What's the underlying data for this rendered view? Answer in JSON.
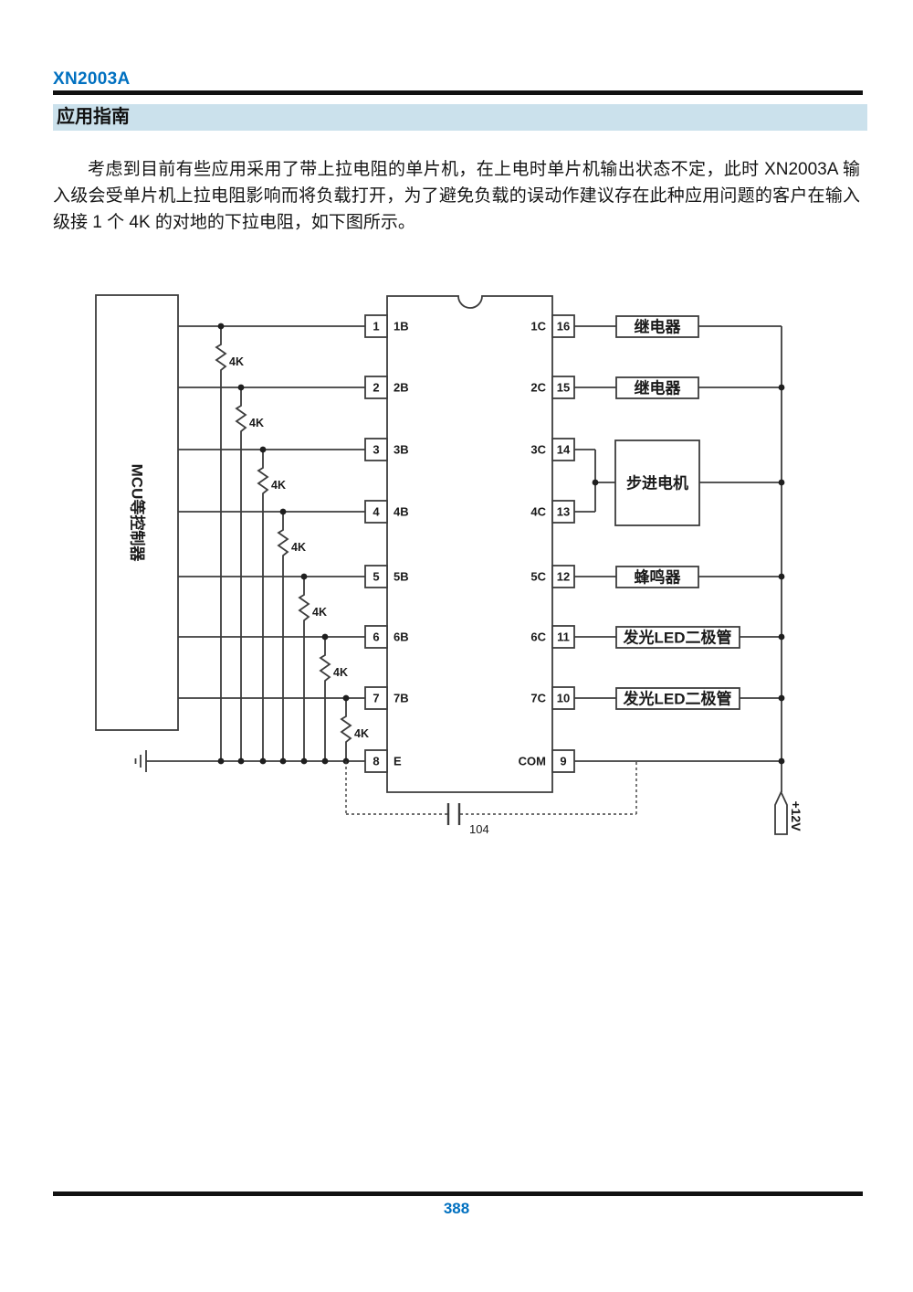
{
  "header": {
    "doc_title": "XN2003A",
    "section_title": "应用指南"
  },
  "body": {
    "paragraph": "考虑到目前有些应用采用了带上拉电阻的单片机，在上电时单片机输出状态不定，此时 XN2003A 输入级会受单片机上拉电阻影响而将负载打开，为了避免负载的误动作建议存在此种应用问题的客户在输入级接 1 个 4K 的对地的下拉电阻，如下图所示。"
  },
  "schematic": {
    "mcu_label": "MCU等控制器",
    "left_pins": [
      {
        "num": "1",
        "name": "1B"
      },
      {
        "num": "2",
        "name": "2B"
      },
      {
        "num": "3",
        "name": "3B"
      },
      {
        "num": "4",
        "name": "4B"
      },
      {
        "num": "5",
        "name": "5B"
      },
      {
        "num": "6",
        "name": "6B"
      },
      {
        "num": "7",
        "name": "7B"
      },
      {
        "num": "8",
        "name": "E"
      }
    ],
    "right_pins": [
      {
        "num": "16",
        "name": "1C"
      },
      {
        "num": "15",
        "name": "2C"
      },
      {
        "num": "14",
        "name": "3C"
      },
      {
        "num": "13",
        "name": "4C"
      },
      {
        "num": "12",
        "name": "5C"
      },
      {
        "num": "11",
        "name": "6C"
      },
      {
        "num": "10",
        "name": "7C"
      },
      {
        "num": "9",
        "name": "COM"
      }
    ],
    "resistor_value": "4K",
    "capacitor_value": "104",
    "supply_label": "+12V",
    "loads": {
      "relay1": "继电器",
      "relay2": "继电器",
      "stepper": "步进电机",
      "buzzer": "蜂鸣器",
      "led1": "发光LED二极管",
      "led2": "发光LED二极管"
    }
  },
  "footer": {
    "page_number": "388"
  },
  "colors": {
    "accent_blue": "#0070c0",
    "banner_bg": "#cbe1ec",
    "line": "#3d3d3d"
  }
}
